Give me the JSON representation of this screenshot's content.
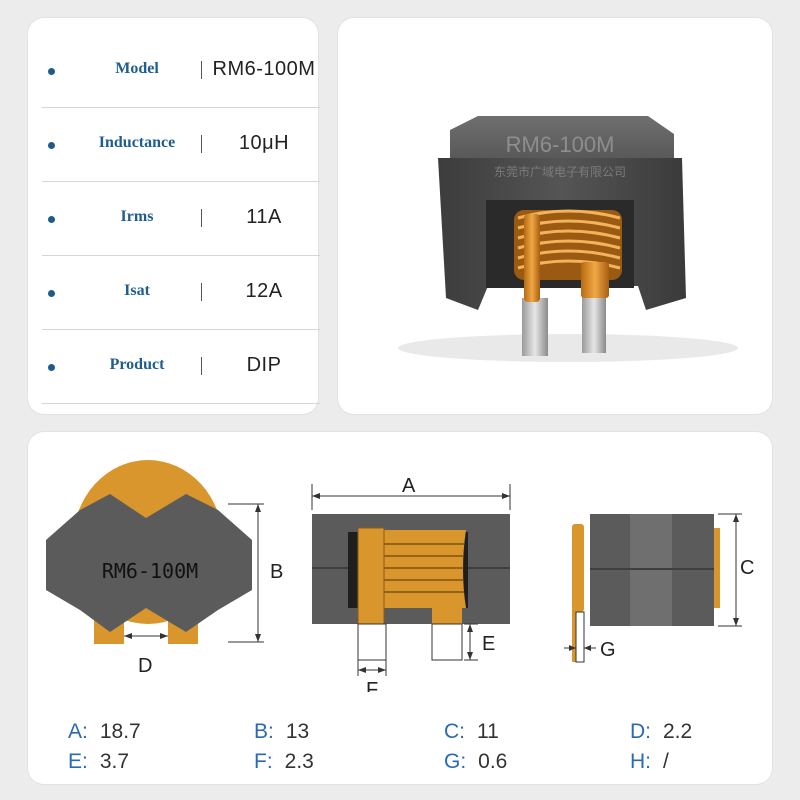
{
  "specs": [
    {
      "key": "Model",
      "value": "RM6-100M"
    },
    {
      "key": "Inductance",
      "value": "10μH"
    },
    {
      "key": "Irms",
      "value": "11A"
    },
    {
      "key": "Isat",
      "value": "12A"
    },
    {
      "key": "Product",
      "value": "DIP"
    }
  ],
  "photo": {
    "marking": "RM6-100M",
    "company": "东莞市广域电子有限公司"
  },
  "drawing": {
    "top_marking": "RM6-100M",
    "labels": {
      "a": "A",
      "b": "B",
      "c": "C",
      "d": "D",
      "e": "E",
      "f": "F",
      "g": "G"
    }
  },
  "dimensions": [
    {
      "label": "A:",
      "value": "18.7"
    },
    {
      "label": "B:",
      "value": "13"
    },
    {
      "label": "C:",
      "value": "11"
    },
    {
      "label": "D:",
      "value": "2.2"
    },
    {
      "label": "E:",
      "value": "3.7"
    },
    {
      "label": "F:",
      "value": "2.3"
    },
    {
      "label": "G:",
      "value": "0.6"
    },
    {
      "label": "H:",
      "value": "/"
    }
  ],
  "colors": {
    "accent": "#1f5d8f",
    "core": "#5c5c5c",
    "winding": "#d08a22",
    "dim_label": "#2a6ab3"
  }
}
